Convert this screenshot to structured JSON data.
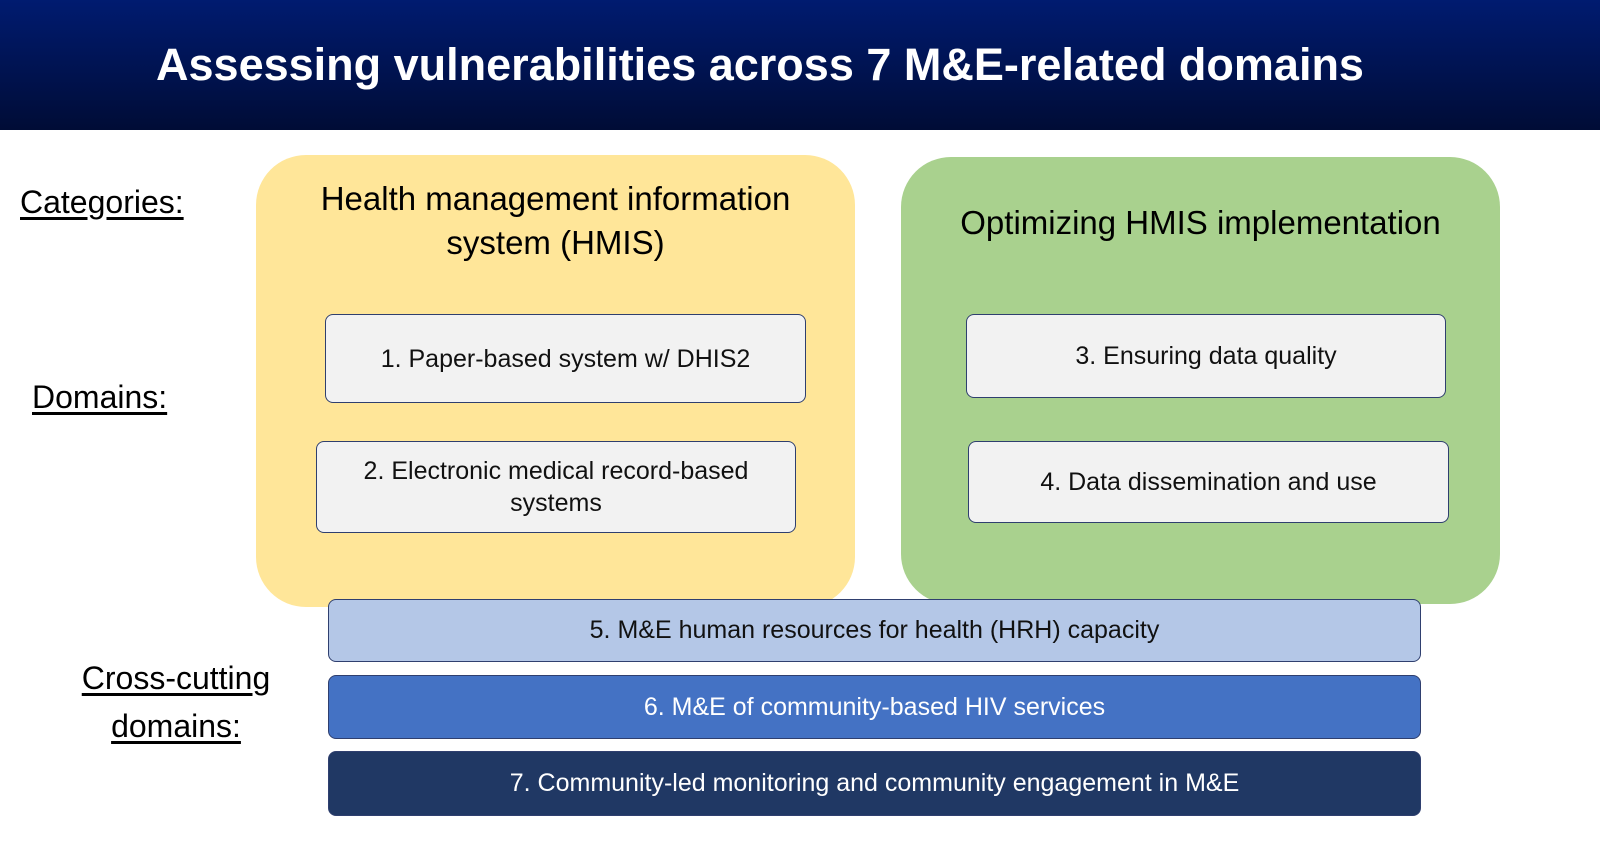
{
  "header": {
    "title": "Assessing vulnerabilities across 7 M&E-related domains"
  },
  "labels": {
    "categories": "Categories:",
    "domains": "Domains:",
    "cross_cutting_line1": "Cross-cutting",
    "cross_cutting_line2": "domains:"
  },
  "categories": [
    {
      "title": "Health management information system (HMIS)",
      "color": "#ffe699"
    },
    {
      "title": "Optimizing HMIS implementation",
      "color": "#a9d18e"
    }
  ],
  "domains": [
    "1. Paper-based system w/ DHIS2",
    "2. Electronic medical record-based systems",
    "3. Ensuring data quality",
    "4. Data dissemination and use"
  ],
  "cross_cutting": [
    {
      "label": "5. M&E human resources for health (HRH) capacity",
      "color": "#b4c7e7"
    },
    {
      "label": "6. M&E of community-based HIV services",
      "color": "#4472c4"
    },
    {
      "label": "7. Community-led monitoring and community engagement in M&E",
      "color": "#203864"
    }
  ]
}
